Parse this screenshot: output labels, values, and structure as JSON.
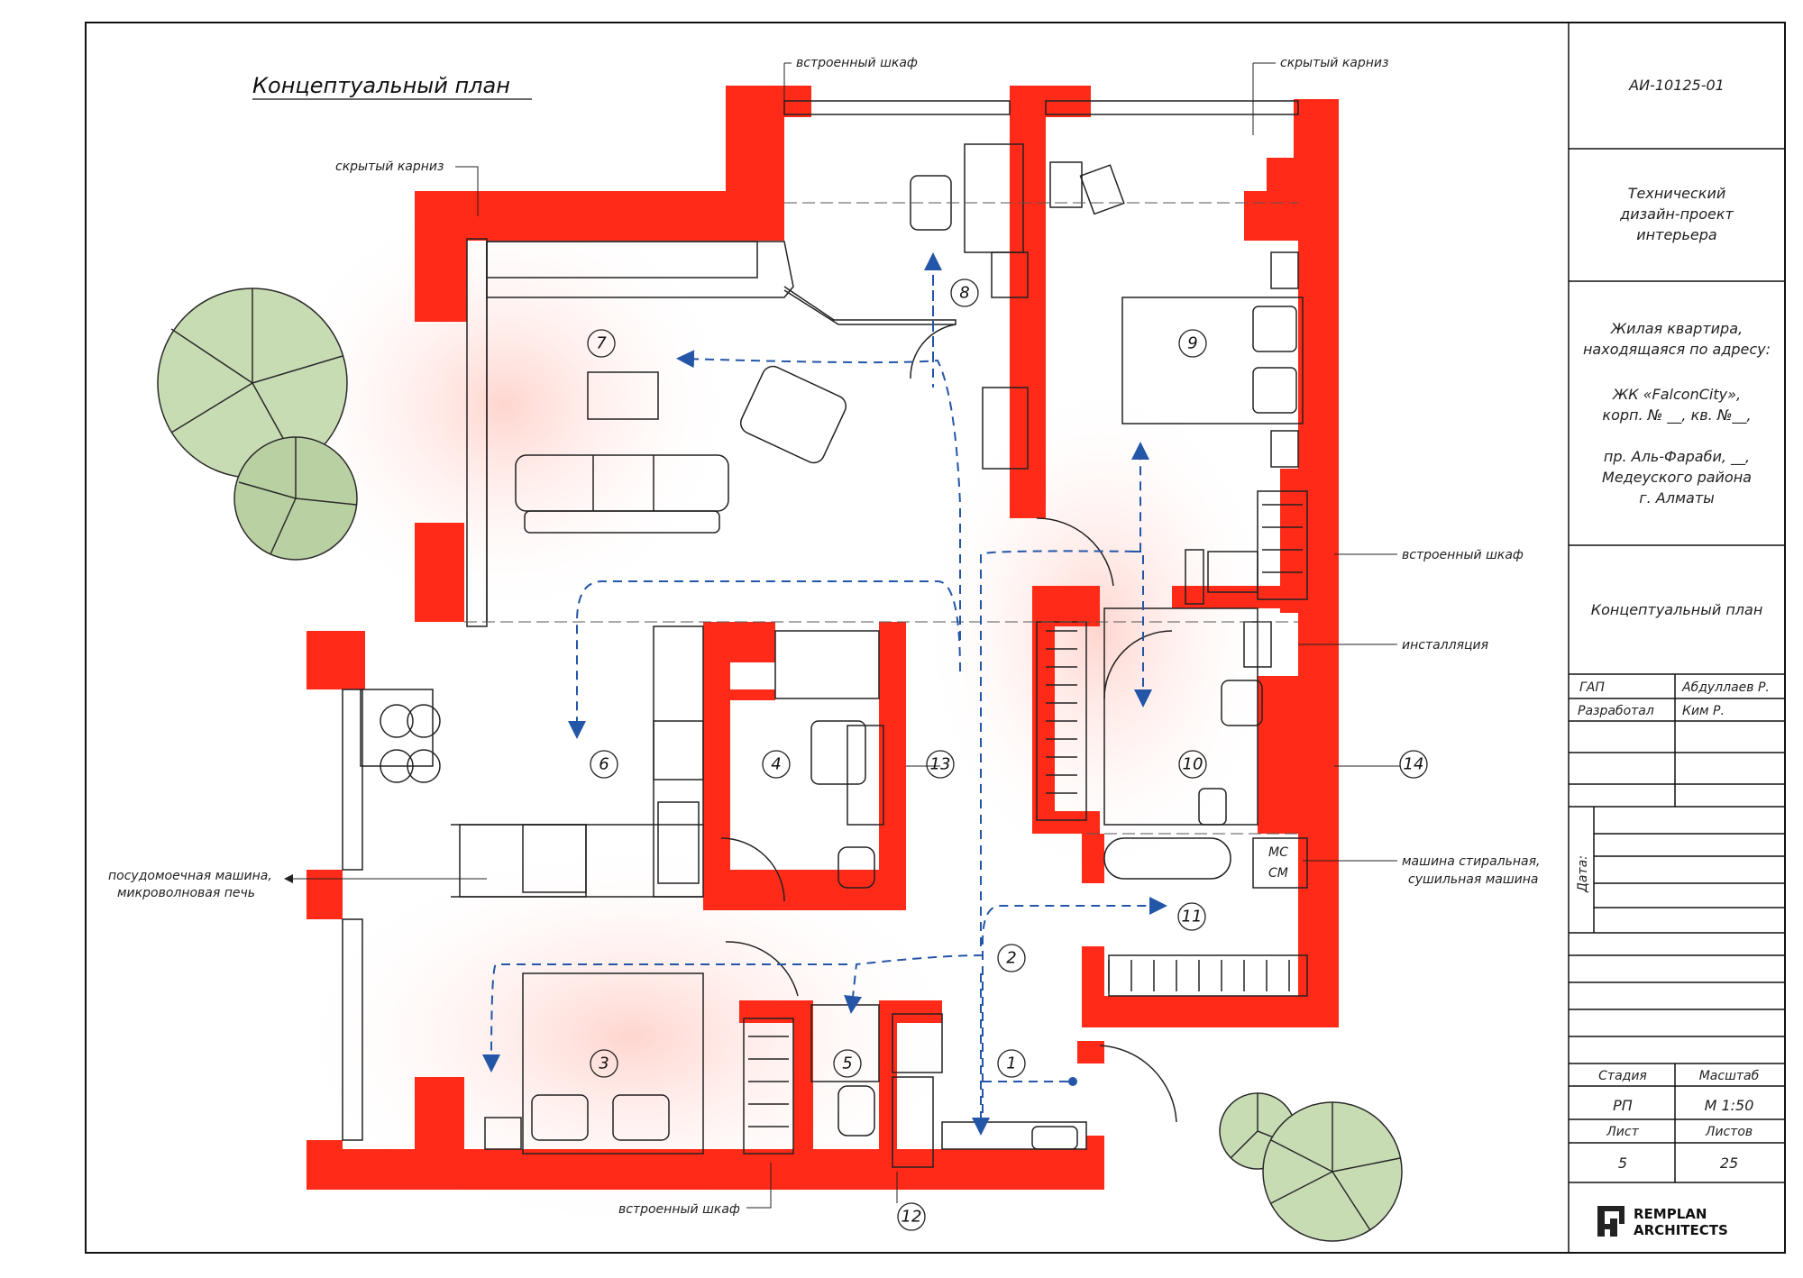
{
  "plan": {
    "title": "Концептуальный план",
    "labels": {
      "wardrobe_top": "встроенный шкаф",
      "cornice_top": "скрытый карниз",
      "cornice_left": "скрытый карниз",
      "wardrobe_right": "встроенный шкаф",
      "installation": "инсталляция",
      "washer_1": "машина стиральная,",
      "washer_2": "сушильная машина",
      "dishwasher_1": "посудомоечная машина,",
      "dishwasher_2": "микроволновая печь",
      "wardrobe_bottom": "встроенный шкаф",
      "mc": "МС",
      "cm": "СМ"
    },
    "rooms": [
      "1",
      "2",
      "3",
      "4",
      "5",
      "6",
      "7",
      "8",
      "9",
      "10",
      "11"
    ],
    "callouts": [
      "12",
      "13",
      "14"
    ]
  },
  "titleblock": {
    "code": "АИ-10125-01",
    "project_type": [
      "Технический",
      "дизайн-проект",
      "интерьера"
    ],
    "address": [
      "Жилая квартира,",
      "находящаяся по адресу:",
      "ЖК «FalconCity»,",
      "корп. № __, кв. №__,",
      "пр. Аль-Фараби, __,",
      "Медеуского района",
      "г. Алматы"
    ],
    "sheet_name": "Концептуальный план",
    "gap_label": "ГАП",
    "gap_value": "Абдуллаев Р.",
    "dev_label": "Разработал",
    "dev_value": "Ким Р.",
    "date_label": "Дата:",
    "stage_label": "Стадия",
    "stage_value": "РП",
    "scale_label": "Масштаб",
    "scale_value": "М 1:50",
    "sheet_label": "Лист",
    "sheet_value": "5",
    "sheets_label": "Листов",
    "sheets_value": "25",
    "logo_line1": "REMPLAN",
    "logo_line2": "ARCHITECTS"
  },
  "colors": {
    "wall": "#ff2a17",
    "route": "#2456a8",
    "plant": "#c8dcb4",
    "line": "#222222"
  }
}
